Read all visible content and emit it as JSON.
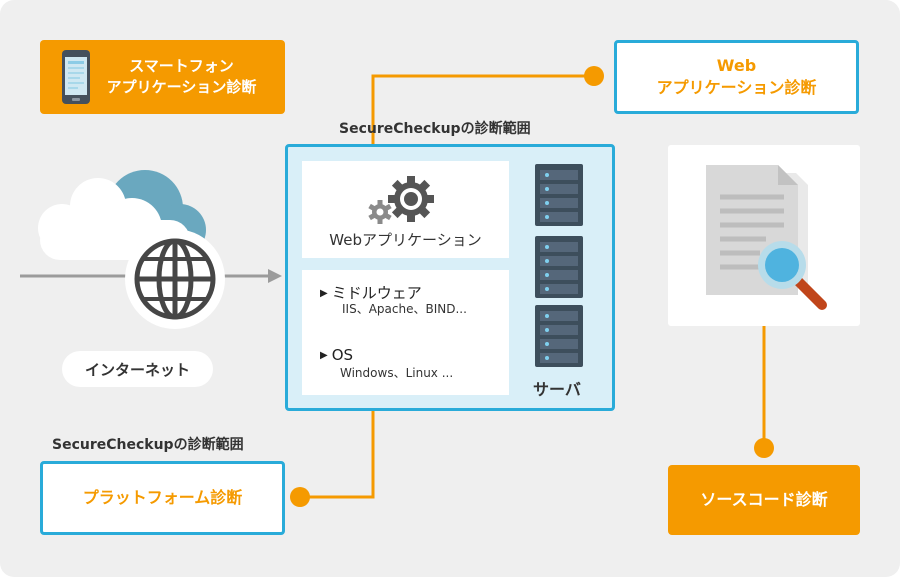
{
  "smartphone": {
    "label": "スマートフォン\nアプリケーション診断"
  },
  "web_app_diagnosis": {
    "label": "Web\nアプリケーション診断"
  },
  "scope_label_top": "SecureCheckupの診断範囲",
  "scope_label_bottom": "SecureCheckupの診断範囲",
  "platform_diagnosis": "プラットフォーム診断",
  "source_code_diagnosis": "ソースコード診断",
  "internet_label": "インターネット",
  "server_label": "サーバ",
  "web_application": "Webアプリケーション",
  "middleware": {
    "title": "ミドルウェア",
    "detail": "IIS、Apache、BIND..."
  },
  "os": {
    "title": "OS",
    "detail": "Windows、Linux ..."
  },
  "colors": {
    "orange": "#f59a00",
    "blue": "#29abd9",
    "panel_bg": "#d9eff8",
    "background": "#efefef",
    "server": "#3d4e5c"
  }
}
